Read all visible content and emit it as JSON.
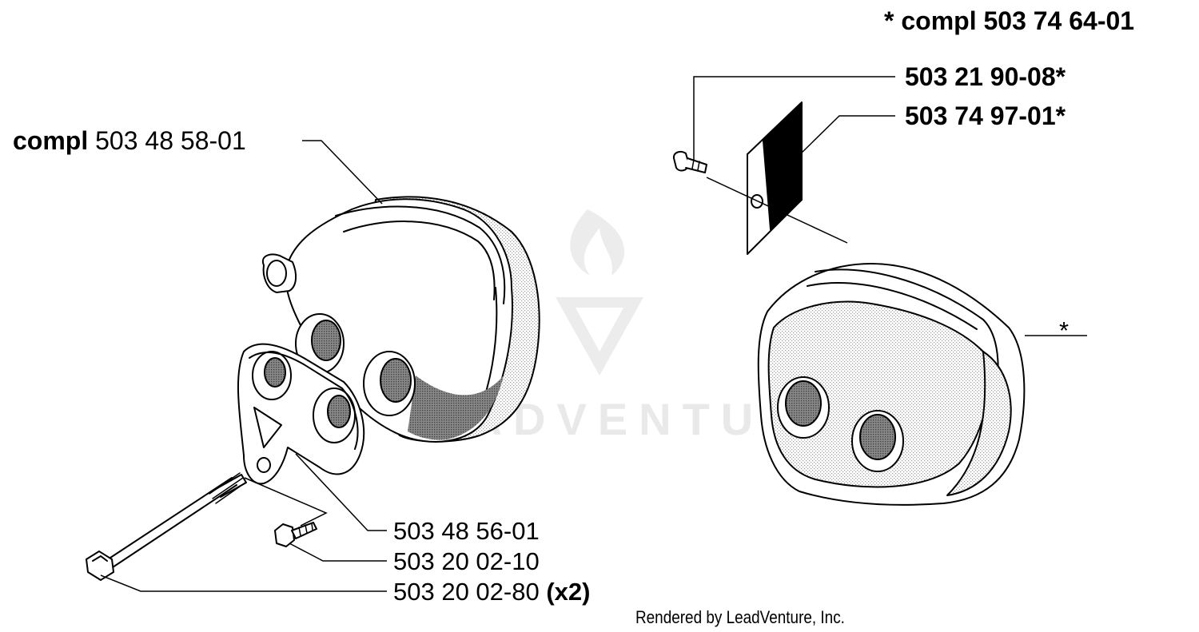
{
  "labels": {
    "kit_right": {
      "prefix": "* compl",
      "part": "503 74 64-01"
    },
    "screw_right": "503 21 90-08*",
    "plate_right": "503 74 97-01*",
    "muffler_left": {
      "bold": "compl",
      "part": "503 48 58-01"
    },
    "gasket": "503 48 56-01",
    "screw_small": "503 20 02-10",
    "bolt_long": {
      "part": "503 20 02-80",
      "qty": "(x2)"
    },
    "muffler_right": "*"
  },
  "watermark": {
    "text": "LEADVENTURE"
  },
  "credit": "Rendered by LeadVenture, Inc."
}
